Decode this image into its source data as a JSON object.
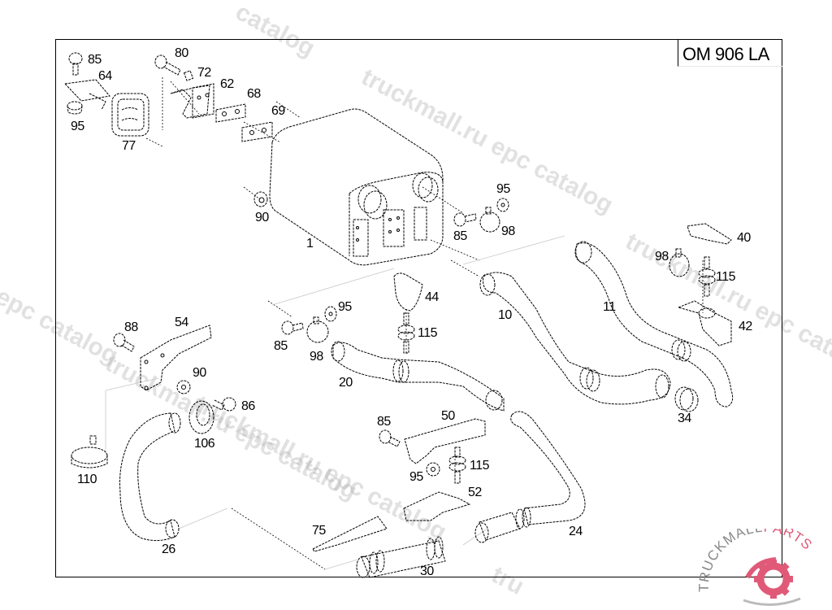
{
  "title": "OM 906 LA",
  "watermark": {
    "text": "truckmall.ru epc catalog",
    "fragments": [
      "catalog",
      "truckmall.ru epc catalog",
      "l epc catalog",
      "truckmall.ru epc catalog",
      "truckmall.ru epc catalog",
      "truckmall.ru epc catalog",
      "truckmall.ru e",
      "tru"
    ]
  },
  "logo": {
    "brand_part1": "TRUCKMALL",
    "brand_part2": "PARTS",
    "accent_color": "#e05a78",
    "gray_color": "#888888"
  },
  "callouts": [
    {
      "id": "c85a",
      "label": "85"
    },
    {
      "id": "c64",
      "label": "64"
    },
    {
      "id": "c95a",
      "label": "95"
    },
    {
      "id": "c77",
      "label": "77"
    },
    {
      "id": "c80",
      "label": "80"
    },
    {
      "id": "c72",
      "label": "72"
    },
    {
      "id": "c62",
      "label": "62"
    },
    {
      "id": "c68",
      "label": "68"
    },
    {
      "id": "c69",
      "label": "69"
    },
    {
      "id": "c90a",
      "label": "90"
    },
    {
      "id": "c1",
      "label": "1"
    },
    {
      "id": "c95b",
      "label": "95"
    },
    {
      "id": "c85b",
      "label": "85"
    },
    {
      "id": "c98a",
      "label": "98"
    },
    {
      "id": "c40",
      "label": "40"
    },
    {
      "id": "c98b",
      "label": "98"
    },
    {
      "id": "c115a",
      "label": "115"
    },
    {
      "id": "c42",
      "label": "42"
    },
    {
      "id": "c11",
      "label": "11"
    },
    {
      "id": "c10",
      "label": "10"
    },
    {
      "id": "c44",
      "label": "44"
    },
    {
      "id": "c95c",
      "label": "95"
    },
    {
      "id": "c85c",
      "label": "85"
    },
    {
      "id": "c98c",
      "label": "98"
    },
    {
      "id": "c115b",
      "label": "115"
    },
    {
      "id": "c20",
      "label": "20"
    },
    {
      "id": "c88",
      "label": "88"
    },
    {
      "id": "c54",
      "label": "54"
    },
    {
      "id": "c90b",
      "label": "90"
    },
    {
      "id": "c86",
      "label": "86"
    },
    {
      "id": "c106",
      "label": "106"
    },
    {
      "id": "c110",
      "label": "110"
    },
    {
      "id": "c26",
      "label": "26"
    },
    {
      "id": "c34",
      "label": "34"
    },
    {
      "id": "c85d",
      "label": "85"
    },
    {
      "id": "c50",
      "label": "50"
    },
    {
      "id": "c95d",
      "label": "95"
    },
    {
      "id": "c115c",
      "label": "115"
    },
    {
      "id": "c52",
      "label": "52"
    },
    {
      "id": "c75",
      "label": "75"
    },
    {
      "id": "c30",
      "label": "30"
    },
    {
      "id": "c24",
      "label": "24"
    }
  ]
}
